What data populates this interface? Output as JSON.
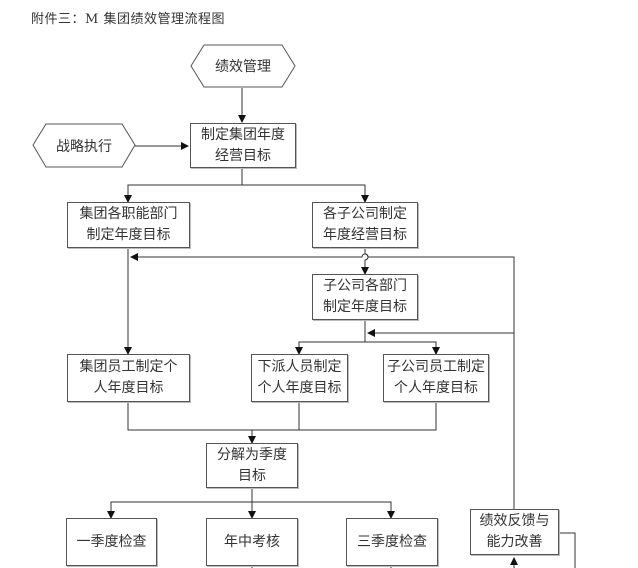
{
  "title": "附件三：M 集团绩效管理流程图",
  "nodes": {
    "performance_mgmt": {
      "shape": "hexagon",
      "lines": [
        "绩效管理"
      ]
    },
    "strategy_exec": {
      "shape": "hexagon",
      "lines": [
        "战略执行"
      ]
    },
    "group_annual_goal": {
      "shape": "box",
      "lines": [
        "制定集团年度",
        "经营目标"
      ]
    },
    "group_depts_goal": {
      "shape": "box",
      "lines": [
        "集团各职能部门",
        "制定年度目标"
      ]
    },
    "subsidiaries_goal": {
      "shape": "box",
      "lines": [
        "各子公司制定",
        "年度经营目标"
      ]
    },
    "subsidiary_depts_goal": {
      "shape": "box",
      "lines": [
        "子公司各部门",
        "制定年度目标"
      ]
    },
    "group_staff_goal": {
      "shape": "box",
      "lines": [
        "集团员工制定个",
        "人年度目标"
      ]
    },
    "dispatched_staff_goal": {
      "shape": "box",
      "lines": [
        "下派人员制定",
        "个人年度目标"
      ]
    },
    "subsidiary_staff_goal": {
      "shape": "box",
      "lines": [
        "子公司员工制定",
        "个人年度目标"
      ]
    },
    "quarterly_goals": {
      "shape": "box",
      "lines": [
        "分解为季度",
        "目标"
      ]
    },
    "q1_check": {
      "shape": "box",
      "lines": [
        "一季度检查"
      ]
    },
    "midyear_review": {
      "shape": "box",
      "lines": [
        "年中考核"
      ]
    },
    "q3_check": {
      "shape": "box",
      "lines": [
        "三季度检查"
      ]
    },
    "feedback_improve": {
      "shape": "box",
      "lines": [
        "绩效反馈与",
        "能力改善"
      ]
    }
  },
  "edges": [
    {
      "from": "performance_mgmt",
      "to": "group_annual_goal"
    },
    {
      "from": "strategy_exec",
      "to": "group_annual_goal"
    },
    {
      "from": "group_annual_goal",
      "to": "group_depts_goal"
    },
    {
      "from": "group_annual_goal",
      "to": "subsidiaries_goal"
    },
    {
      "from": "subsidiaries_goal",
      "to": "subsidiary_depts_goal"
    },
    {
      "from": "group_depts_goal",
      "to": "group_staff_goal"
    },
    {
      "from": "subsidiary_depts_goal",
      "to": "dispatched_staff_goal"
    },
    {
      "from": "subsidiary_depts_goal",
      "to": "subsidiary_staff_goal"
    },
    {
      "from": "group_staff_goal",
      "to": "quarterly_goals"
    },
    {
      "from": "dispatched_staff_goal",
      "to": "quarterly_goals"
    },
    {
      "from": "subsidiary_staff_goal",
      "to": "quarterly_goals"
    },
    {
      "from": "quarterly_goals",
      "to": "q1_check"
    },
    {
      "from": "quarterly_goals",
      "to": "midyear_review"
    },
    {
      "from": "quarterly_goals",
      "to": "q3_check"
    },
    {
      "from": "feedback_improve",
      "to": "group_depts_goal"
    },
    {
      "from": "feedback_improve",
      "to": "subsidiary_depts_goal"
    }
  ]
}
